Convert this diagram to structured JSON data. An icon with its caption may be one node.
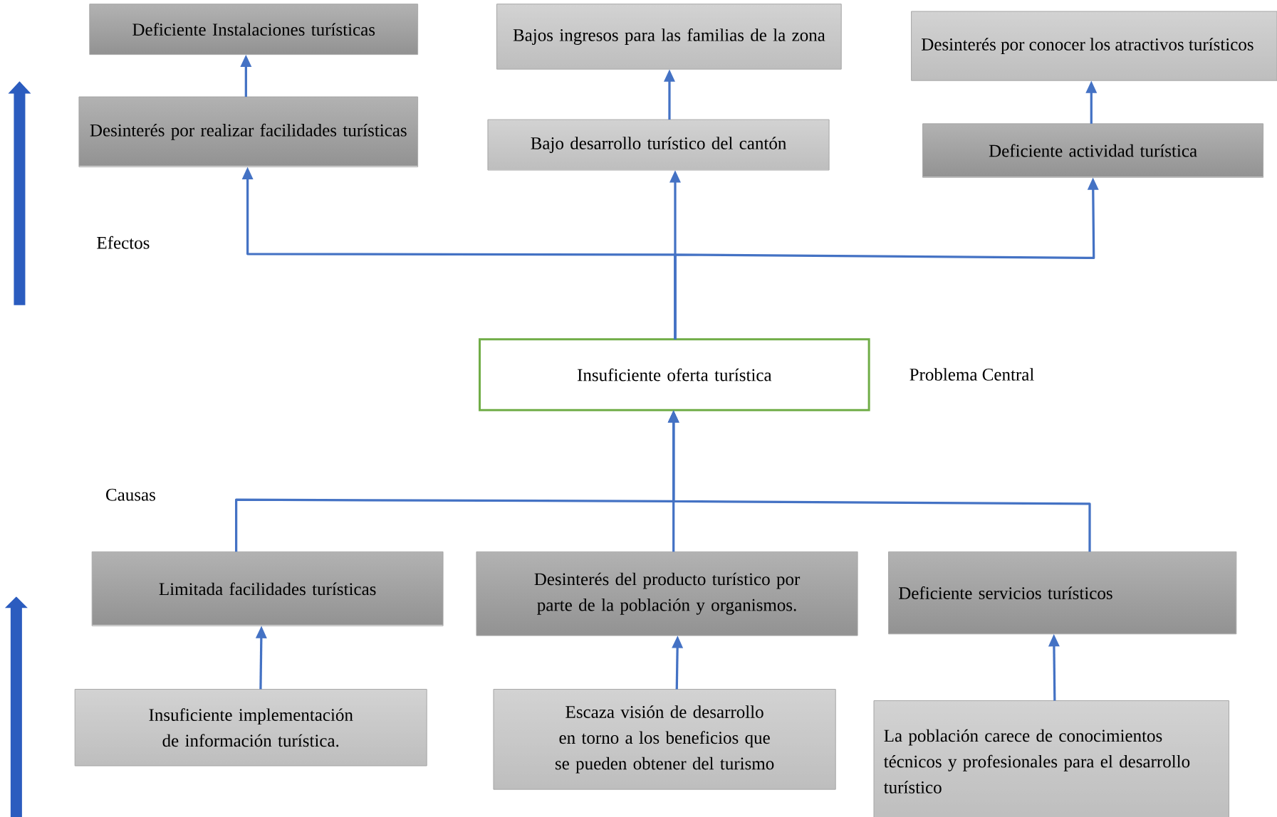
{
  "diagram": {
    "nodes": [
      {
        "text": [
          "Deficiente Instalaciones turísticas"
        ]
      },
      {
        "text": [
          "Bajos ingresos para las familias de la zona"
        ]
      },
      {
        "text": [
          "Desinterés por conocer los atractivos turísticos"
        ]
      },
      {
        "text": [
          "Desinterés por realizar facilidades turísticas"
        ]
      },
      {
        "text": [
          "Bajo desarrollo turístico del cantón"
        ]
      },
      {
        "text": [
          "Deficiente actividad turística"
        ]
      },
      {
        "text": [
          "Insuficiente oferta turística"
        ]
      },
      {
        "text": [
          "Limitada facilidades turísticas"
        ]
      },
      {
        "text": [
          "Desinterés del producto turístico por parte de la población y organismos."
        ]
      },
      {
        "text": [
          "Deficiente servicios turísticos"
        ]
      },
      {
        "text": [
          "Insuficiente implementación de información turística."
        ]
      },
      {
        "text": [
          "Escaza visión de desarrollo en torno a los beneficios que se pueden obtener del turismo"
        ]
      },
      {
        "text": [
          "La población carece de conocimientos técnicos y profesionales para el desarrollo turístico"
        ]
      }
    ],
    "edges": [
      {
        "from": 3,
        "to": 0,
        "arrow": "to"
      },
      {
        "from": 4,
        "to": 1,
        "arrow": "to"
      },
      {
        "from": 5,
        "to": 2,
        "arrow": "to"
      },
      {
        "from": 6,
        "to": 3,
        "arrow": "to"
      },
      {
        "from": 6,
        "to": 4,
        "arrow": "to"
      },
      {
        "from": 6,
        "to": 5,
        "arrow": "to"
      },
      {
        "from": 7,
        "to": 6,
        "arrow": "to"
      },
      {
        "from": 8,
        "to": 6,
        "arrow": "to"
      },
      {
        "from": 9,
        "to": 6,
        "arrow": "to"
      },
      {
        "from": 10,
        "to": 7,
        "arrow": "to"
      },
      {
        "from": 11,
        "to": 8,
        "arrow": "to"
      },
      {
        "from": 12,
        "to": 9,
        "arrow": "to"
      }
    ],
    "labels": [
      "Efectos",
      "Problema Central",
      "Causas"
    ]
  }
}
